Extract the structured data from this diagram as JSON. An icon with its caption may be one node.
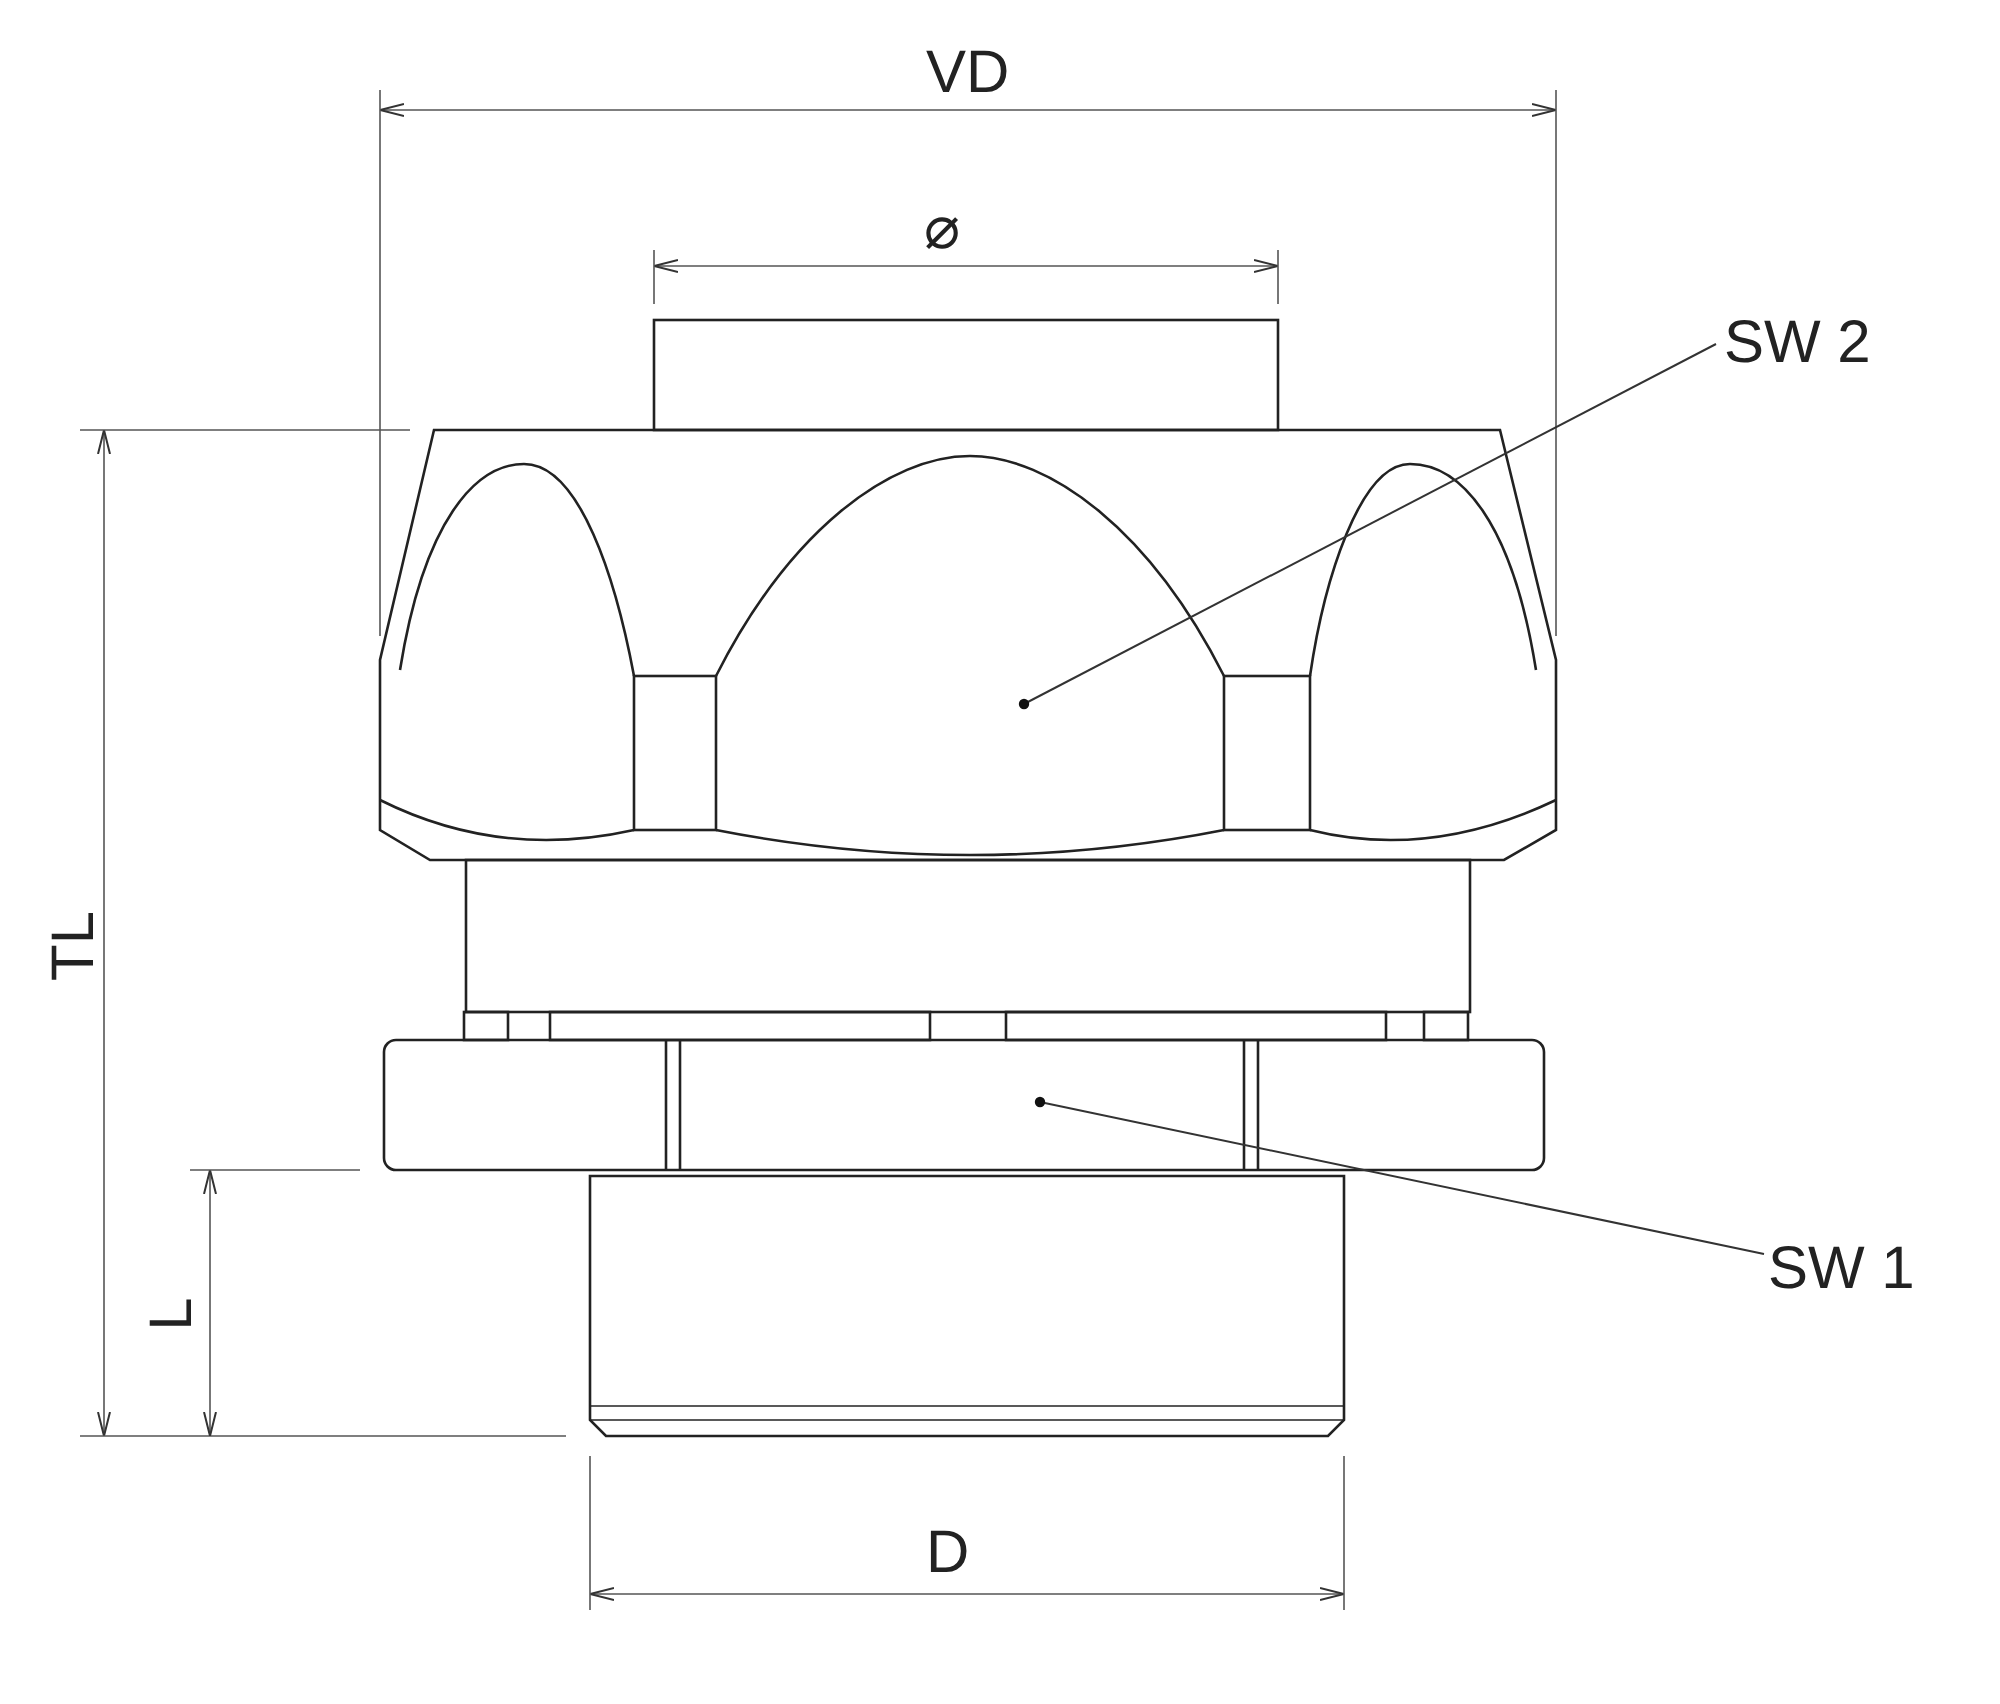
{
  "diagram": {
    "nodes": [
      {
        "text": [
          "SW 2"
        ]
      },
      {
        "text": [],
        "shape": "picture"
      },
      {
        "text": [],
        "shape": "picture"
      },
      {
        "text": [
          "SW 1"
        ]
      }
    ],
    "edges": [
      {
        "from": 0,
        "to": 1,
        "arrow": "other"
      },
      {
        "from": 3,
        "to": 2,
        "arrow": "other"
      }
    ],
    "labels": [
      "VD",
      "⌀",
      "TL",
      "L",
      "D"
    ]
  }
}
